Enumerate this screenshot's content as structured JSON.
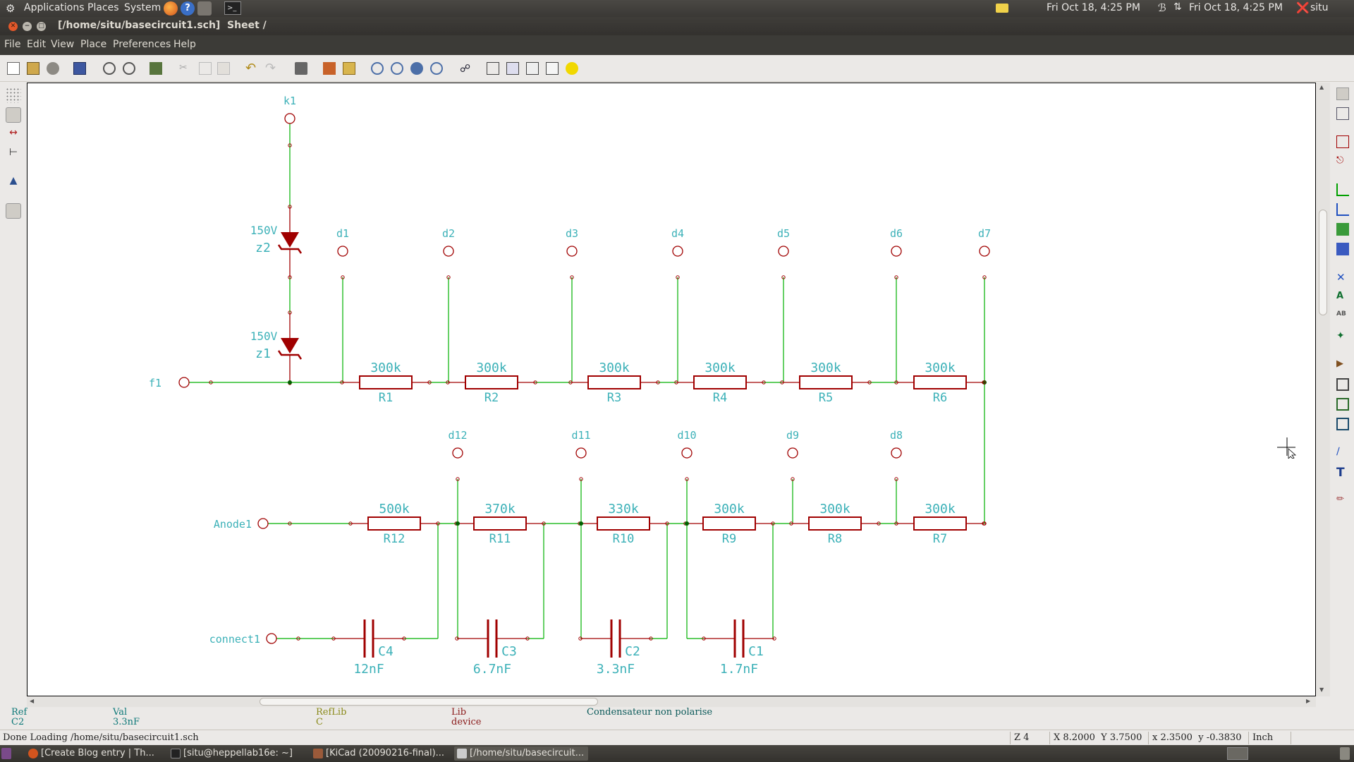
{
  "top_panel": {
    "menus": [
      "Applications",
      "Places",
      "System"
    ],
    "clock": "Fri Oct 18,  4:25 PM",
    "clock2": "Fri Oct 18,  4:25 PM",
    "user": "situ"
  },
  "window": {
    "title": "[/home/situ/basecircuit1.sch]  Sheet /"
  },
  "menu_bar": {
    "items": [
      "File",
      "Edit",
      "View",
      "Place",
      "Preferences",
      "Help"
    ]
  },
  "toolbar": {
    "icons": [
      "new-schematic-icon",
      "open-icon",
      "save-project-icon",
      "save-icon",
      "page-settings-icon",
      "zoom-sheet-icon",
      "hierarchy-icon",
      "cut-icon",
      "copy-icon",
      "paste-icon",
      "undo-icon",
      "redo-icon",
      "print-icon",
      "library-editor-icon",
      "library-browser-icon",
      "zoom-in-icon",
      "zoom-out-icon",
      "redraw-icon",
      "zoom-fit-icon",
      "find-icon",
      "netlist-icon",
      "annotate-icon",
      "erc-icon",
      "bom-icon",
      "cvpcb-icon"
    ]
  },
  "schematic": {
    "connectors": {
      "k1": "k1",
      "f1": "f1",
      "anode": "Anode1",
      "connect": "connect1",
      "d_top": [
        "d1",
        "d2",
        "d3",
        "d4",
        "d5",
        "d6",
        "d7"
      ],
      "d_bottom": [
        "d12",
        "d11",
        "d10",
        "d9",
        "d8"
      ]
    },
    "zeners": [
      {
        "ref": "z2",
        "value": "150V"
      },
      {
        "ref": "z1",
        "value": "150V"
      }
    ],
    "resistors_top": [
      {
        "ref": "R1",
        "value": "300k"
      },
      {
        "ref": "R2",
        "value": "300k"
      },
      {
        "ref": "R3",
        "value": "300k"
      },
      {
        "ref": "R4",
        "value": "300k"
      },
      {
        "ref": "R5",
        "value": "300k"
      },
      {
        "ref": "R6",
        "value": "300k"
      }
    ],
    "resistors_bottom": [
      {
        "ref": "R12",
        "value": "500k"
      },
      {
        "ref": "R11",
        "value": "370k"
      },
      {
        "ref": "R10",
        "value": "330k"
      },
      {
        "ref": "R9",
        "value": "300k"
      },
      {
        "ref": "R8",
        "value": "300k"
      },
      {
        "ref": "R7",
        "value": "300k"
      }
    ],
    "capacitors": [
      {
        "ref": "C4",
        "value": "12nF"
      },
      {
        "ref": "C3",
        "value": "6.7nF"
      },
      {
        "ref": "C2",
        "value": "3.3nF"
      },
      {
        "ref": "C1",
        "value": "1.7nF"
      }
    ],
    "colors": {
      "wire": "#00b000",
      "component": "#a00000",
      "label": "#3cb1b8",
      "junction": "#006000"
    }
  },
  "info_panel": {
    "ref_label": "Ref",
    "ref_value": "C2",
    "val_label": "Val",
    "val_value": "3.3nF",
    "reflib_label": "RefLib",
    "reflib_value": "C",
    "lib_label": "Lib",
    "lib_value": "device",
    "description": "Condensateur non polarise"
  },
  "status_bar": {
    "message": "Done Loading /home/situ/basecircuit1.sch",
    "zoom": "Z 4",
    "abs_coords": "X 8.2000  Y 3.7500",
    "rel_coords": "x 2.3500  y -0.3830",
    "units": "Inch"
  },
  "taskbar": {
    "tasks": [
      "[Create Blog entry | Th...",
      "[situ@heppellab16e: ~]",
      "[KiCad (20090216-final)...",
      "[/home/situ/basecircuit..."
    ]
  }
}
